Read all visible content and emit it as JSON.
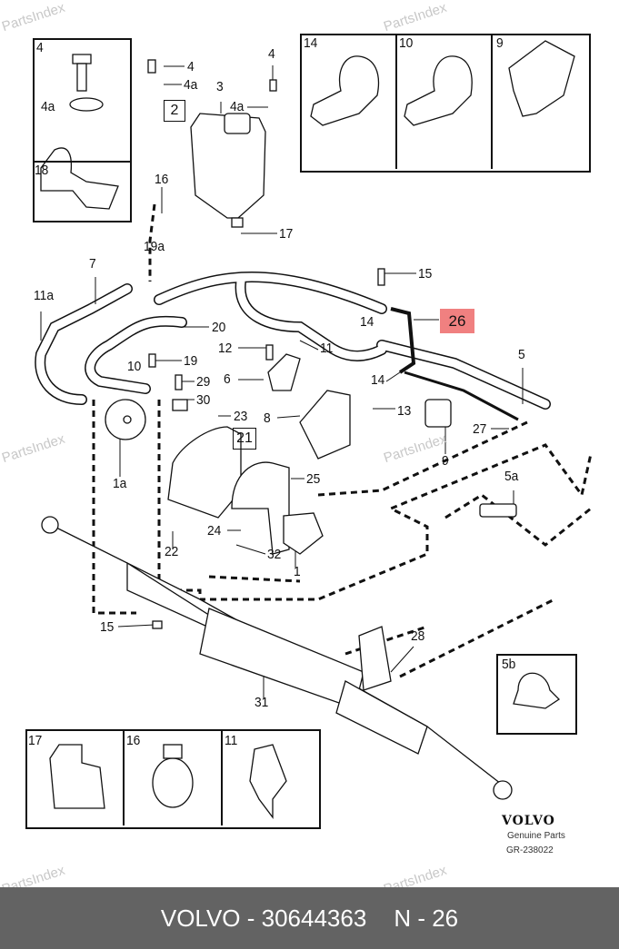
{
  "watermark": "PartsIndex",
  "insets": {
    "top_left": {
      "labels": [
        "4",
        "4a"
      ]
    },
    "clip18": {
      "label": "18"
    },
    "top_right": {
      "labels": [
        "14",
        "10",
        "9"
      ]
    },
    "box5b": {
      "label": "5b"
    },
    "bottom": {
      "labels": [
        "17",
        "16",
        "11"
      ]
    }
  },
  "callouts": {
    "c4a": "4",
    "c4a_w": "4a",
    "c3": "3",
    "c2": "2",
    "c4b": "4",
    "c4a_b": "4a",
    "c16": "16",
    "c17": "17",
    "c19a": "19a",
    "c7": "7",
    "c11a": "11a",
    "c15a": "15",
    "c26": "26",
    "c20": "20",
    "c14a": "14",
    "c11": "11",
    "c12": "12",
    "c10": "10",
    "c19": "19",
    "c5": "5",
    "c29": "29",
    "c6": "6",
    "c14b": "14",
    "c30": "30",
    "c8": "8",
    "c13": "13",
    "c23": "23",
    "c27": "27",
    "c21": "21",
    "c9": "9",
    "c1a": "1a",
    "c25": "25",
    "c5a": "5a",
    "c24": "24",
    "c22": "22",
    "c32": "32",
    "c1": "1",
    "c15b": "15",
    "c28": "28",
    "c31": "31"
  },
  "highlight_color": "#f08080",
  "brand": {
    "logo": "VOLVO",
    "tagline": "Genuine Parts",
    "ref": "GR-238022"
  },
  "footer": {
    "part": "VOLVO - 30644363",
    "position": "N - 26"
  }
}
